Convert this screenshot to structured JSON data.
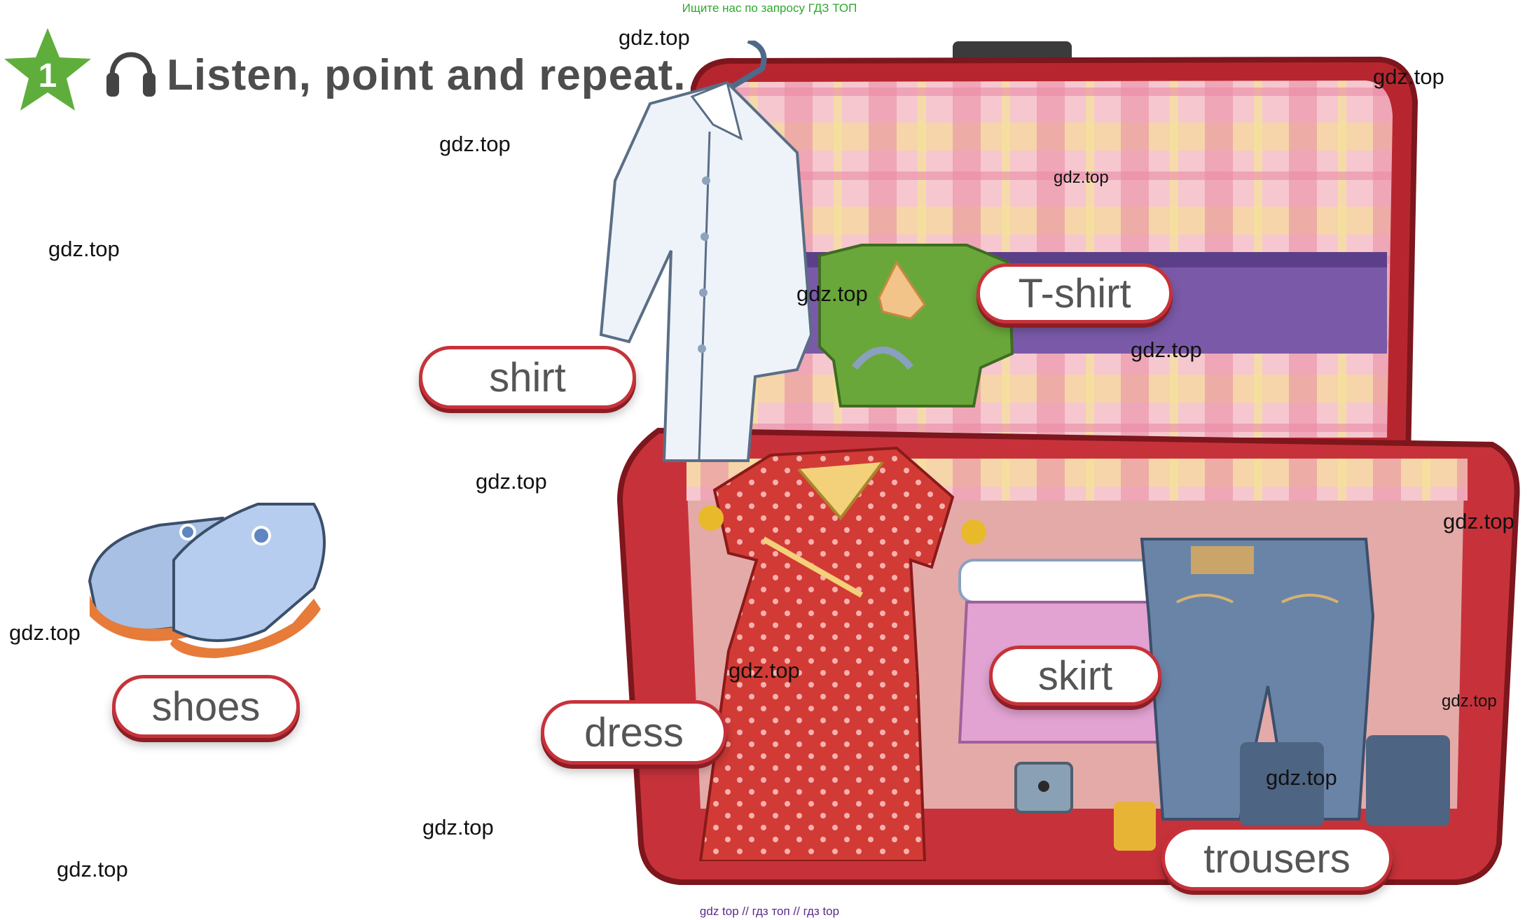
{
  "banners": {
    "top": "Ищите нас по запросу ГДЗ ТОП",
    "bottom": "gdz top  //  гдз топ  //  гдз top"
  },
  "exercise": {
    "number": "1",
    "title": "Listen, point and repeat."
  },
  "labels": {
    "shirt": "shirt",
    "tshirt": "T-shirt",
    "shoes": "shoes",
    "dress": "dress",
    "skirt": "skirt",
    "trousers": "trousers"
  },
  "watermark": "gdz.top",
  "icons": [
    "star-icon",
    "headphones-icon",
    "suitcase-illustration",
    "shirt-illustration",
    "tshirt-illustration",
    "dress-illustration",
    "skirt-illustration",
    "trousers-illustration",
    "shoes-illustration"
  ],
  "colors": {
    "star": "#5fae3c",
    "suitcase": "#c7323a",
    "pill_border": "#c7323a",
    "title": "#4d4d4d"
  }
}
